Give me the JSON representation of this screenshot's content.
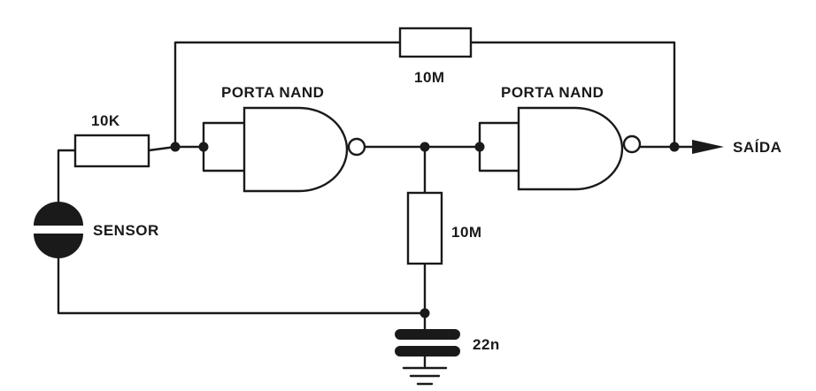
{
  "labels": {
    "resistor_feedback": "10M",
    "resistor_input": "10K",
    "resistor_shunt": "10M",
    "gate_1": "PORTA NAND",
    "gate_2": "PORTA NAND",
    "sensor": "SENSOR",
    "capacitor": "22n",
    "output": "SAÍDA"
  },
  "colors": {
    "ink": "#1a1a1a",
    "paper": "#ffffff"
  }
}
